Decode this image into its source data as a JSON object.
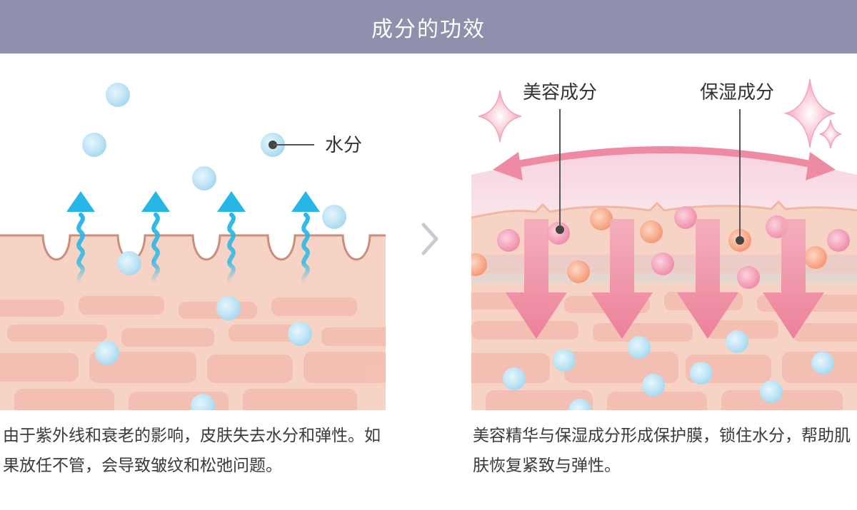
{
  "header": {
    "title": "成分的功效"
  },
  "left_panel": {
    "label_water": "水分",
    "caption": "由于紫外线和衰老的影响，皮肤失去水分和弹性。如果放任不管，会导致皱纹和松弛问题。"
  },
  "right_panel": {
    "label_beauty": "美容成分",
    "label_moisture": "保湿成分",
    "caption": "美容精华与保湿成分形成保护膜，锁住水分，帮助肌肤恢复紧致与弹性。"
  },
  "colors": {
    "header_bg": "#8f8fae",
    "skin": "#f6d3c4",
    "skin_cell": "#f1b9ad",
    "skin_line": "#c98f7b",
    "water": "#bfe4f5",
    "arrow_blue": "#27b7e7",
    "pink_arrow": "#ee8aa2",
    "pink_particle": "#f4a0b8",
    "orange_particle": "#f8a68a",
    "separator": "#c8cad6"
  },
  "icons": [
    "sparkle-icon",
    "chevron-right-icon",
    "wavy-up-arrow-icon",
    "down-arrow-icon"
  ]
}
